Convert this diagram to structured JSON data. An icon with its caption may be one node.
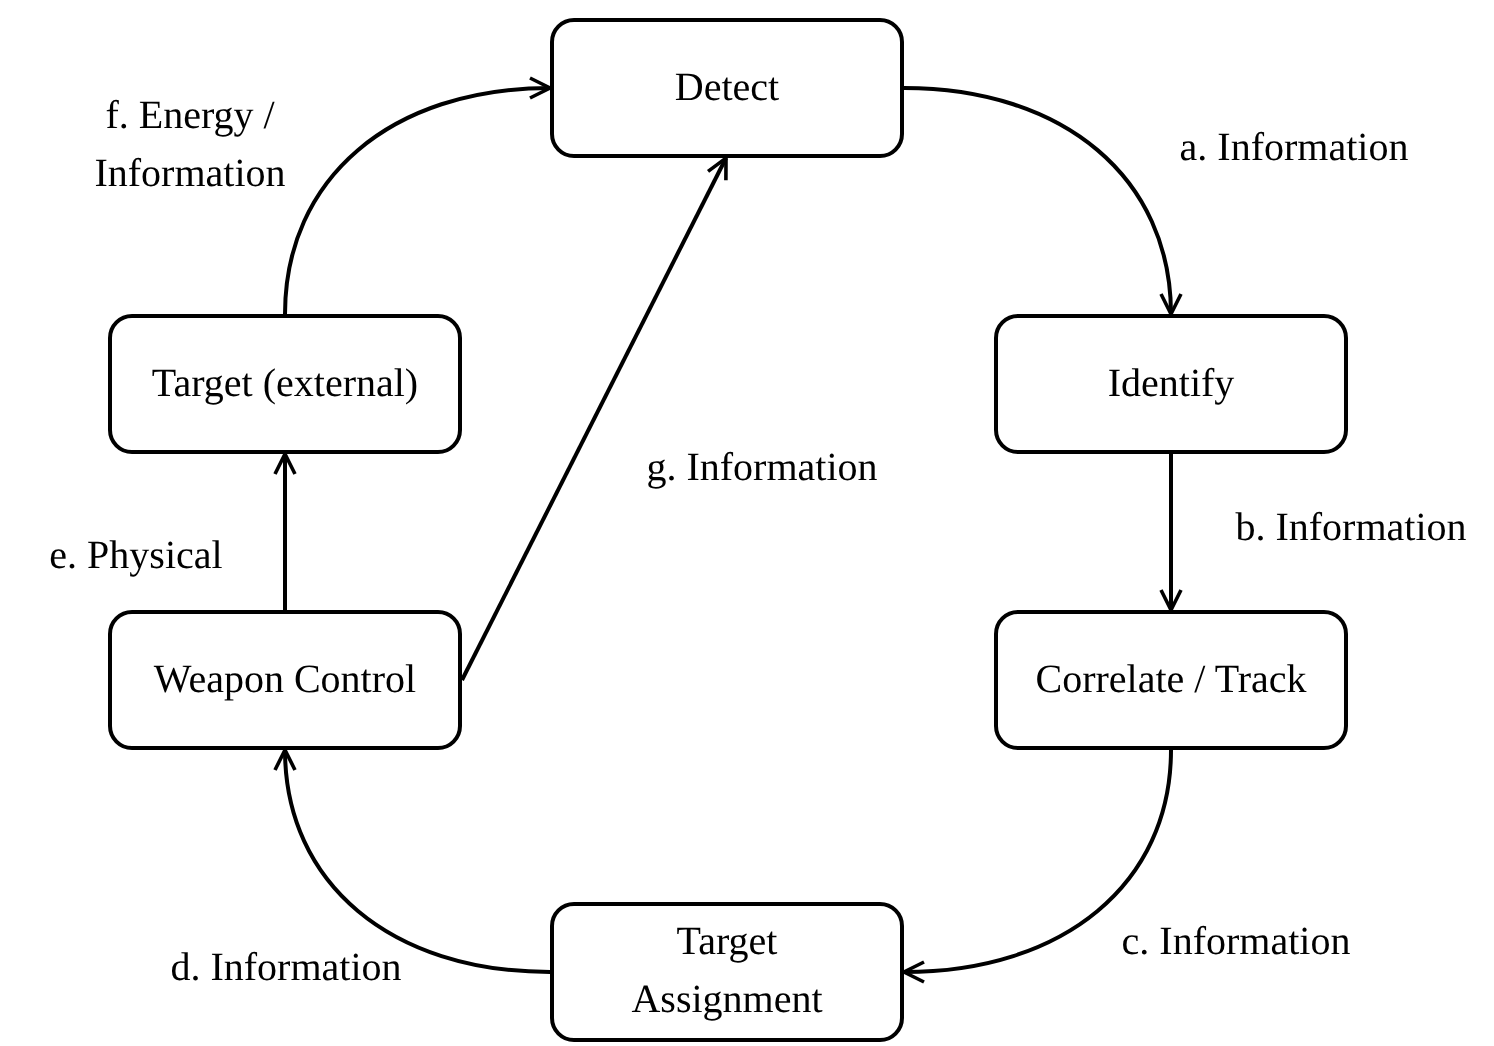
{
  "diagram": {
    "nodes": [
      {
        "text": [
          "Detect"
        ]
      },
      {
        "text": [
          "Identify"
        ]
      },
      {
        "text": [
          "Correlate / Track"
        ]
      },
      {
        "text": [
          "Target Assignment"
        ]
      },
      {
        "text": [
          "Weapon Control"
        ]
      },
      {
        "text": [
          "Target (external)"
        ]
      }
    ],
    "edges": [
      {
        "from": 0,
        "to": 1,
        "arrow": "to",
        "label": "a. Information"
      },
      {
        "from": 1,
        "to": 2,
        "arrow": "to",
        "label": "b. Information"
      },
      {
        "from": 2,
        "to": 3,
        "arrow": "to",
        "label": "c. Information"
      },
      {
        "from": 3,
        "to": 4,
        "arrow": "to",
        "label": "d. Information"
      },
      {
        "from": 4,
        "to": 5,
        "arrow": "to",
        "label": "e. Physical"
      },
      {
        "from": 5,
        "to": 0,
        "arrow": "to",
        "label": "f. Energy / Information"
      },
      {
        "from": 4,
        "to": 0,
        "arrow": "to",
        "label": "g. Information"
      }
    ]
  }
}
